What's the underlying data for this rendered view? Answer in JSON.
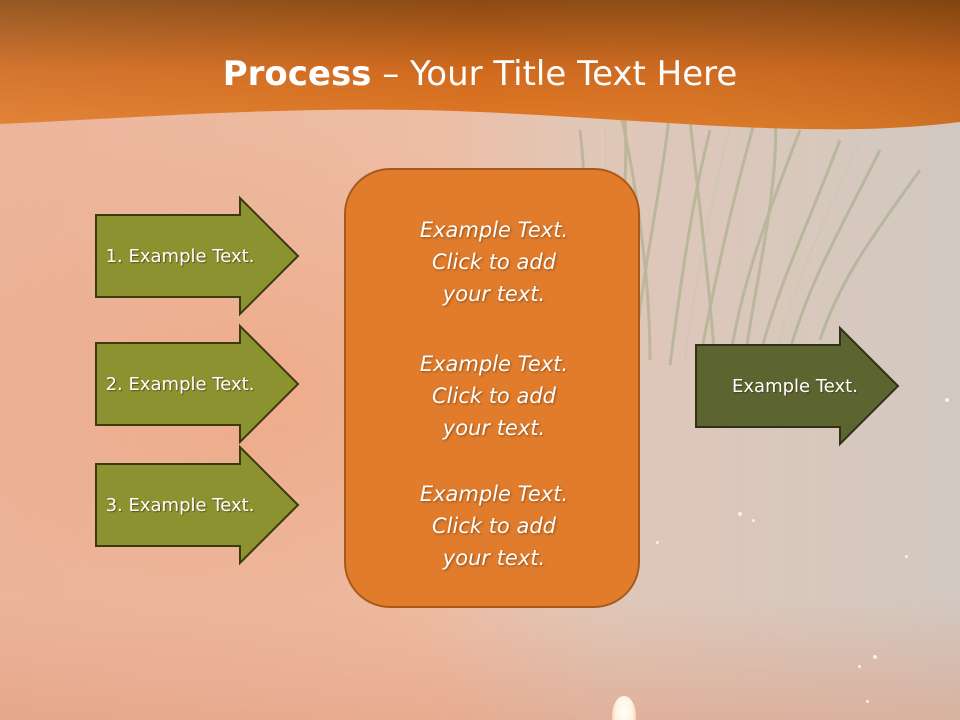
{
  "title": {
    "bold": "Process",
    "rest": " – Your Title Text Here"
  },
  "inputs": [
    {
      "label": "1. Example Text."
    },
    {
      "label": "2. Example Text."
    },
    {
      "label": "3. Example Text."
    }
  ],
  "center": {
    "blocks": [
      {
        "line1": "Example Text.",
        "line2": "Click  to add",
        "line3": "your text."
      },
      {
        "line1": "Example Text.",
        "line2": "Click  to add",
        "line3": "your text."
      },
      {
        "line1": "Example Text.",
        "line2": "Click  to add",
        "line3": "your text."
      }
    ]
  },
  "output": {
    "label": "Example Text."
  },
  "colors": {
    "header": "#c9651b",
    "input_arrow_fill": "#8b922f",
    "input_arrow_stroke": "#3a3a12",
    "output_arrow_fill": "#5c6530",
    "center_fill": "#e07c2c",
    "center_stroke": "#a85a1c"
  }
}
